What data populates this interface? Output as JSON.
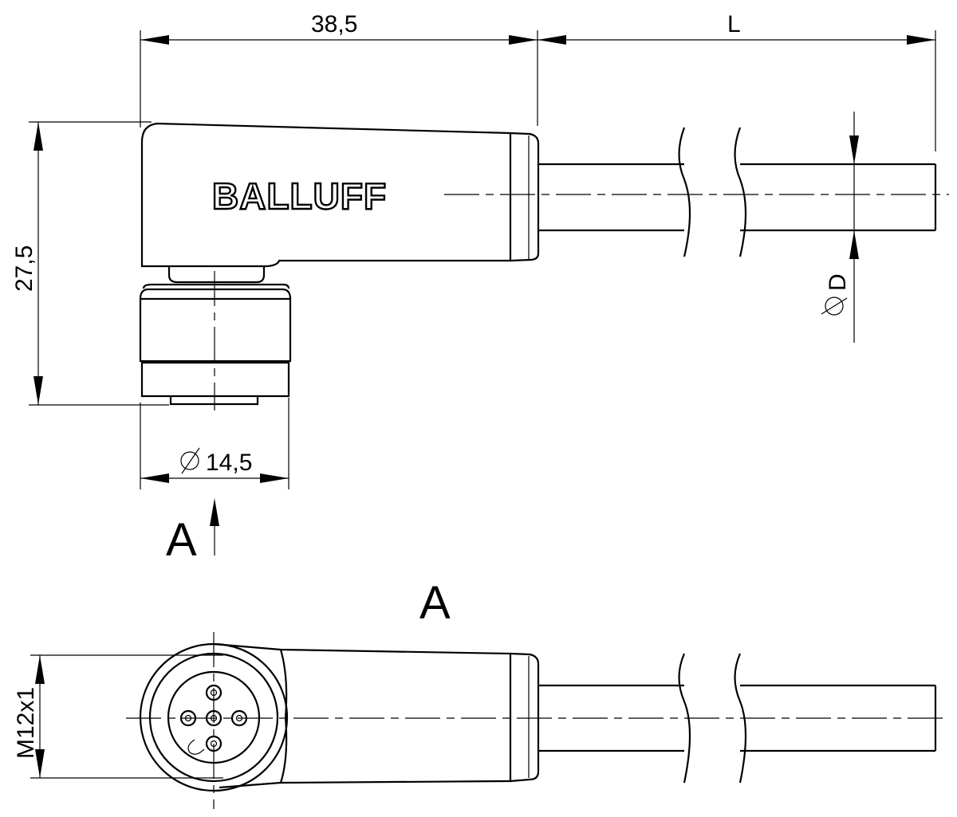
{
  "drawing": {
    "brand_logo": "BALLUFF",
    "dimensions": {
      "body_length": "38,5",
      "cable_length": "L",
      "height": "27,5",
      "nut_diameter": "14,5",
      "cable_diameter": "D",
      "thread": "M12x1"
    },
    "view_marker": "A",
    "view_title": "A"
  }
}
